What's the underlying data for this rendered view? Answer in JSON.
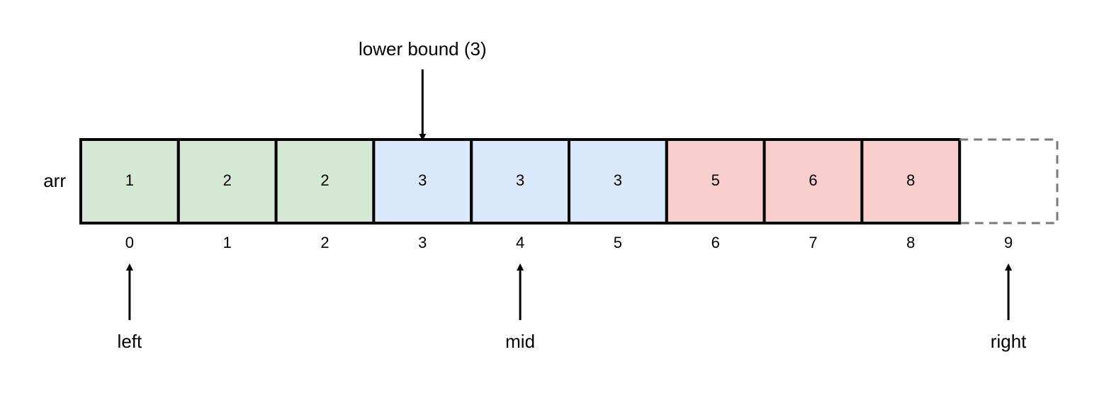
{
  "array": {
    "name": "arr",
    "cells": [
      {
        "value": "1",
        "index": "0",
        "group": "less"
      },
      {
        "value": "2",
        "index": "1",
        "group": "less"
      },
      {
        "value": "2",
        "index": "2",
        "group": "less"
      },
      {
        "value": "3",
        "index": "3",
        "group": "equal"
      },
      {
        "value": "3",
        "index": "4",
        "group": "equal"
      },
      {
        "value": "3",
        "index": "5",
        "group": "equal"
      },
      {
        "value": "5",
        "index": "6",
        "group": "greater"
      },
      {
        "value": "6",
        "index": "7",
        "group": "greater"
      },
      {
        "value": "8",
        "index": "8",
        "group": "greater"
      }
    ],
    "sentinel_index": "9"
  },
  "colors": {
    "less": "#d5e8d4",
    "equal": "#dae8fc",
    "greater": "#f8cecc",
    "border": "#000000",
    "sentinel_border": "#7a7a7a"
  },
  "top_pointer": {
    "label": "lower bound (3)",
    "target_index": 3
  },
  "bottom_pointers": [
    {
      "label": "left",
      "target_index": 0
    },
    {
      "label": "mid",
      "target_index": 4
    },
    {
      "label": "right",
      "target_index": 9
    }
  ]
}
